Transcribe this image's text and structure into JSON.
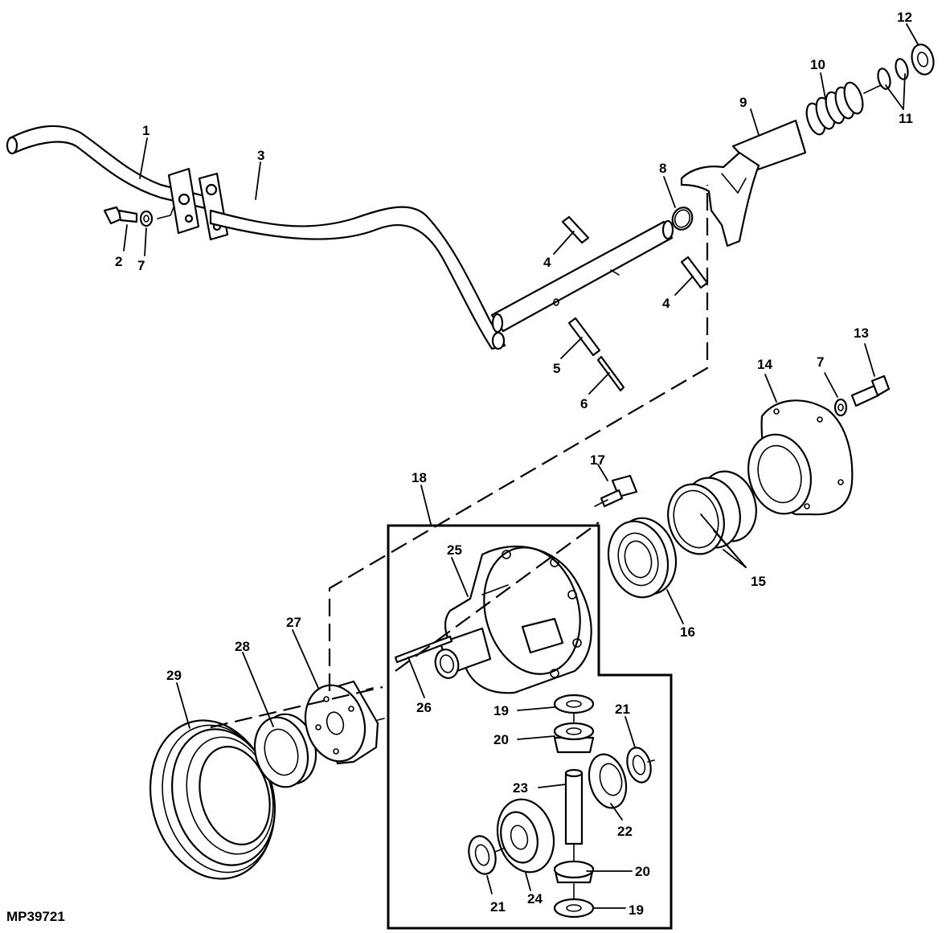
{
  "figure_id": "MP39721",
  "callouts": [
    "1",
    "2",
    "3",
    "4",
    "4",
    "5",
    "6",
    "7",
    "7",
    "8",
    "9",
    "10",
    "11",
    "12",
    "13",
    "14",
    "15",
    "16",
    "17",
    "18",
    "19",
    "19",
    "20",
    "20",
    "21",
    "21",
    "22",
    "23",
    "24",
    "25",
    "26",
    "27",
    "28",
    "29"
  ],
  "colors": {
    "line": "#000000",
    "background": "#ffffff"
  }
}
